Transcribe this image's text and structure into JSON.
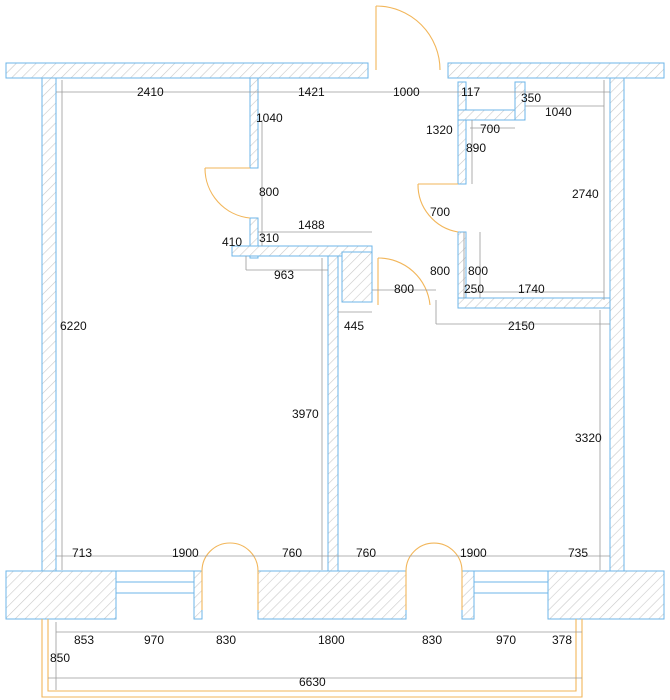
{
  "plan": {
    "dimensions": {
      "top_2410": "2410",
      "top_1421": "1421",
      "top_1000": "1000",
      "top_117": "117",
      "top_350": "350",
      "v_1040_left": "1040",
      "h_700": "700",
      "h_1040_right": "1040",
      "v_1320": "1320",
      "v_890": "890",
      "v_800_corr": "800",
      "v_2740": "2740",
      "h_1488": "1488",
      "v_700_door": "700",
      "v_410": "410",
      "v_310": "310",
      "h_963": "963",
      "v_800_a": "800",
      "v_800_b": "800",
      "h_800_door": "800",
      "h_250": "250",
      "h_1740": "1740",
      "h_445": "445",
      "h_2150": "2150",
      "v_6220": "6220",
      "v_3970": "3970",
      "v_3320": "3320",
      "b_713": "713",
      "b_1900_l": "1900",
      "b_760_l": "760",
      "b_760_r": "760",
      "b_1900_r": "1900",
      "b_735": "735",
      "o_853": "853",
      "o_970_l": "970",
      "o_830_l": "830",
      "o_1800": "1800",
      "o_830_r": "830",
      "o_970_r": "970",
      "o_378": "378",
      "o_850": "850",
      "o_6630": "6630"
    }
  }
}
